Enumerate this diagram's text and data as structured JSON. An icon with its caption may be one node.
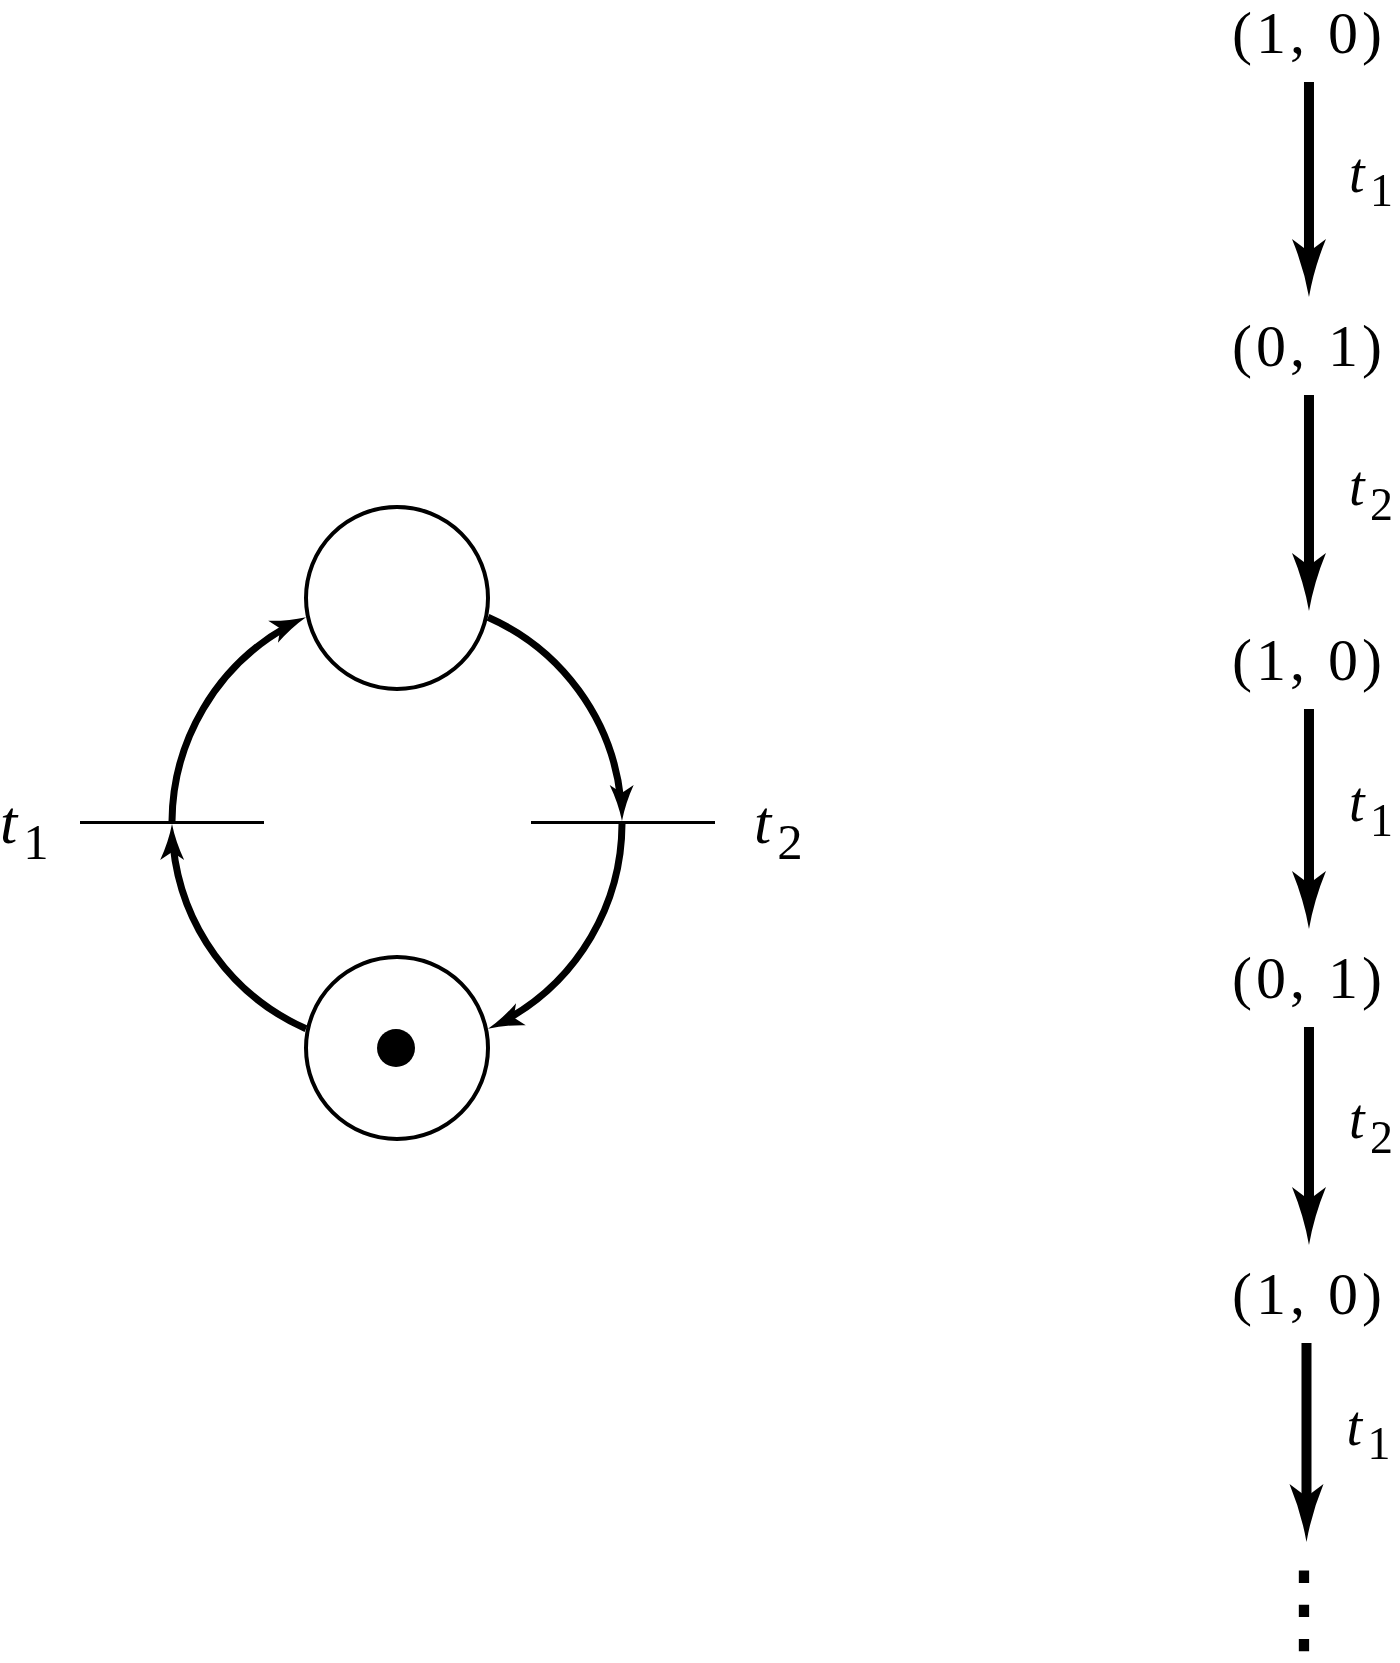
{
  "diagram": {
    "nodes": [
      {
        "text": [],
        "shape": "circle"
      },
      {
        "text": [],
        "shape": "bar",
        "beside": [
          "t$_{1}$"
        ]
      },
      {
        "text": [],
        "shape": "bar",
        "beside": [
          "t$_{2}$"
        ]
      },
      {
        "text": [],
        "shape": "circle"
      },
      {
        "text": [],
        "shape": "dot",
        "in": 3
      },
      {
        "text": [
          "(1, 0)"
        ]
      },
      {
        "text": [
          "(0, 1)"
        ]
      },
      {
        "text": [
          "(1, 0)"
        ]
      },
      {
        "text": [
          "(0, 1)"
        ]
      },
      {
        "text": [
          "(1, 0)"
        ]
      },
      {
        "text": [
          "⋮"
        ]
      }
    ],
    "edges": [
      {
        "from": 1,
        "to": 0,
        "arrow": "to"
      },
      {
        "from": 0,
        "to": 2,
        "arrow": "to"
      },
      {
        "from": 2,
        "to": 3,
        "arrow": "to"
      },
      {
        "from": 3,
        "to": 1,
        "arrow": "to"
      },
      {
        "from": 5,
        "to": 6,
        "arrow": "to",
        "label": "t$_{1}$"
      },
      {
        "from": 6,
        "to": 7,
        "arrow": "to",
        "label": "t$_{2}$"
      },
      {
        "from": 7,
        "to": 8,
        "arrow": "to",
        "label": "t$_{1}$"
      },
      {
        "from": 8,
        "to": 9,
        "arrow": "to",
        "label": "t$_{2}$"
      },
      {
        "from": 9,
        "to": 10,
        "arrow": "to",
        "label": "t$_{1}$"
      }
    ]
  }
}
